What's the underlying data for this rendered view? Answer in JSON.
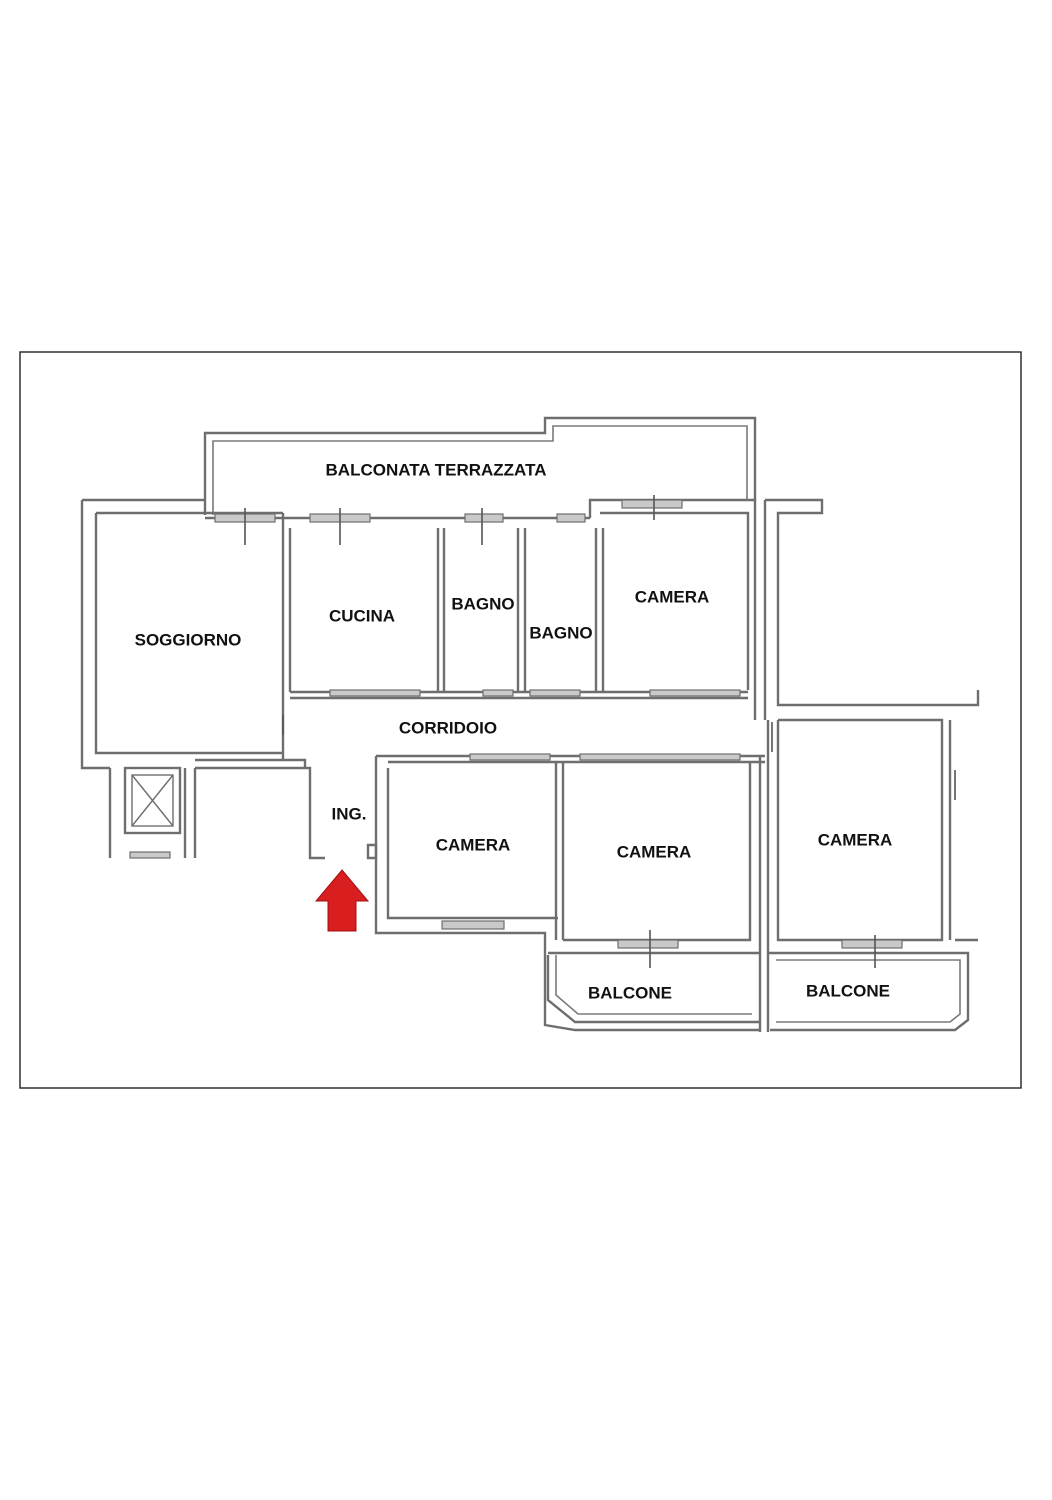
{
  "rooms": {
    "balconata": "BALCONATA TERRAZZATA",
    "soggiorno": "SOGGIORNO",
    "cucina": "CUCINA",
    "bagno1": "BAGNO",
    "bagno2": "BAGNO",
    "camera_top": "CAMERA",
    "corridoio": "CORRIDOIO",
    "ingresso": "ING.",
    "camera_mid1": "CAMERA",
    "camera_mid2": "CAMERA",
    "camera_right": "CAMERA",
    "balcone1": "BALCONE",
    "balcone2": "BALCONE"
  },
  "colors": {
    "wall": "#6e6e6e",
    "entrance_arrow": "#d81e1e",
    "frame": "#222222"
  },
  "icons": {
    "entrance": "arrow-up-icon",
    "elevator": "elevator-shaft-icon"
  }
}
